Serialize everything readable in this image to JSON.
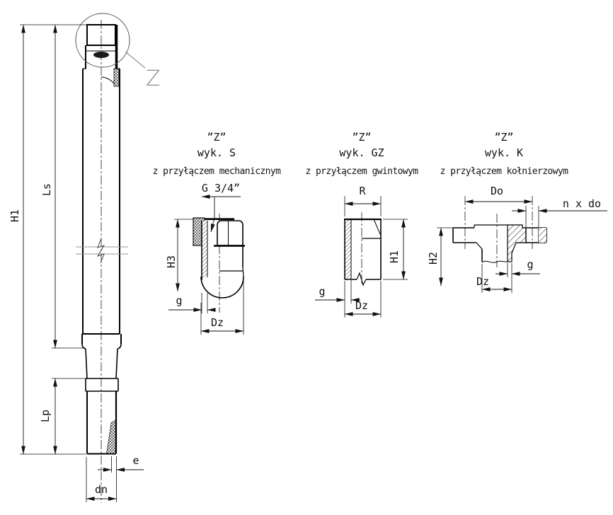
{
  "page": {
    "background": "#ffffff",
    "line_color": "#000000",
    "accent_gray": "#8c8c8c"
  },
  "main_view": {
    "detail_marker": "Z",
    "dims": {
      "overall_height": "H1",
      "upper_length": "Ls",
      "lower_length": "Lp",
      "inner_diameter": "dn",
      "wall_thickness": "e"
    }
  },
  "details": [
    {
      "title": "”Z”",
      "variant": "wyk. S",
      "subtitle": "z przyłączem mechanicznym",
      "dims": {
        "thread": "G 3/4”",
        "height": "H3",
        "wall": "g",
        "outer_diameter": "Dz"
      }
    },
    {
      "title": "”Z”",
      "variant": "wyk. GZ",
      "subtitle": "z przyłączem gwintowym",
      "dims": {
        "thread": "R",
        "height": "H1",
        "wall": "g",
        "outer_diameter": "Dz"
      }
    },
    {
      "title": "”Z”",
      "variant": "wyk. K",
      "subtitle": "z przyłączem kołnierzowym",
      "dims": {
        "bolt_circle": "Do",
        "bolt_holes": "n x do",
        "height": "H2",
        "wall": "g",
        "outer_diameter": "Dz"
      }
    }
  ]
}
